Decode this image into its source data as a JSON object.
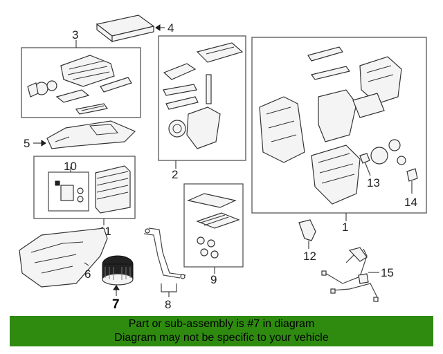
{
  "callouts": {
    "c1": "1",
    "c2": "2",
    "c3": "3",
    "c4": "4",
    "c5": "5",
    "c6": "6",
    "c7": "7",
    "c8": "8",
    "c9": "9",
    "c10": "10",
    "c11": "11",
    "c12": "12",
    "c13": "13",
    "c14": "14",
    "c15": "15"
  },
  "banner": {
    "line1": "Part or sub-assembly is #7 in diagram",
    "line2": "Diagram may not be specific to your vehicle",
    "color": "#2e8b10"
  },
  "highlight_part": "7"
}
